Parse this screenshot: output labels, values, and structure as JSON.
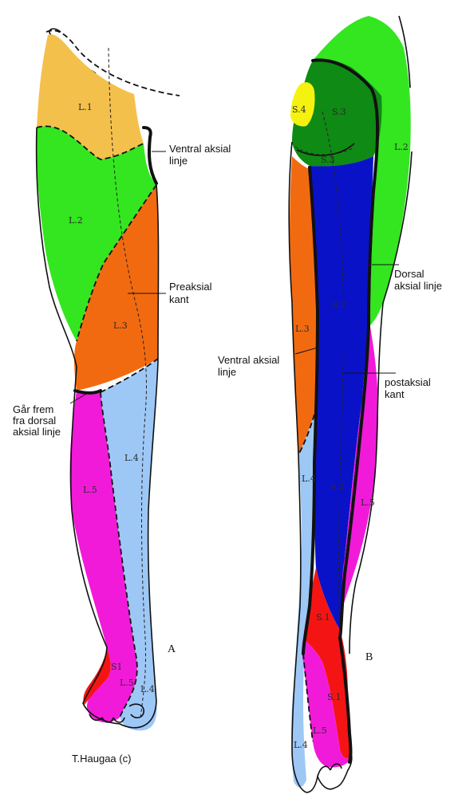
{
  "colors": {
    "L1": "#f4c04c",
    "L2": "#33e61f",
    "L3": "#f26a10",
    "L4": "#9dc8f6",
    "L5": "#f21ad9",
    "S1": "#f51414",
    "S2": "#0a12c8",
    "S3": "#0f8a14",
    "S4": "#f6f20f"
  },
  "view_a": {
    "panel_letter": "A",
    "regions": {
      "l1": "L.1",
      "l2": "L.2",
      "l3": "L.3",
      "l4": "L.4",
      "l5": "L.5",
      "s1": "S1",
      "l5_foot": "L.5",
      "l4_foot": "L.4"
    },
    "annotations": {
      "ventral_axial": [
        "Ventral aksial",
        "linje"
      ],
      "preaxial": [
        "Preaksial",
        "kant"
      ],
      "dorsal_origin": [
        "Går frem",
        "fra dorsal",
        "aksial linje"
      ]
    }
  },
  "view_b": {
    "panel_letter": "B",
    "regions": {
      "s4": "S.4",
      "s3": "S.3",
      "s3_lower": "S.3",
      "l2": "L.2",
      "s2_upper": "S.2",
      "l3": "L.3",
      "l4": "L.4",
      "s2_lower": "S.2",
      "l5": "L.5",
      "s1_upper": "S.1",
      "s1_foot": "S.1",
      "l5_foot": "L.5",
      "l4_foot": "L.4"
    },
    "annotations": {
      "dorsal_axial": [
        "Dorsal",
        "aksial linje"
      ],
      "ventral_axial": [
        "Ventral aksial",
        "linje"
      ],
      "postaxial": [
        "postaksial",
        "kant"
      ]
    }
  },
  "credit": "T.Haugaa (c)"
}
